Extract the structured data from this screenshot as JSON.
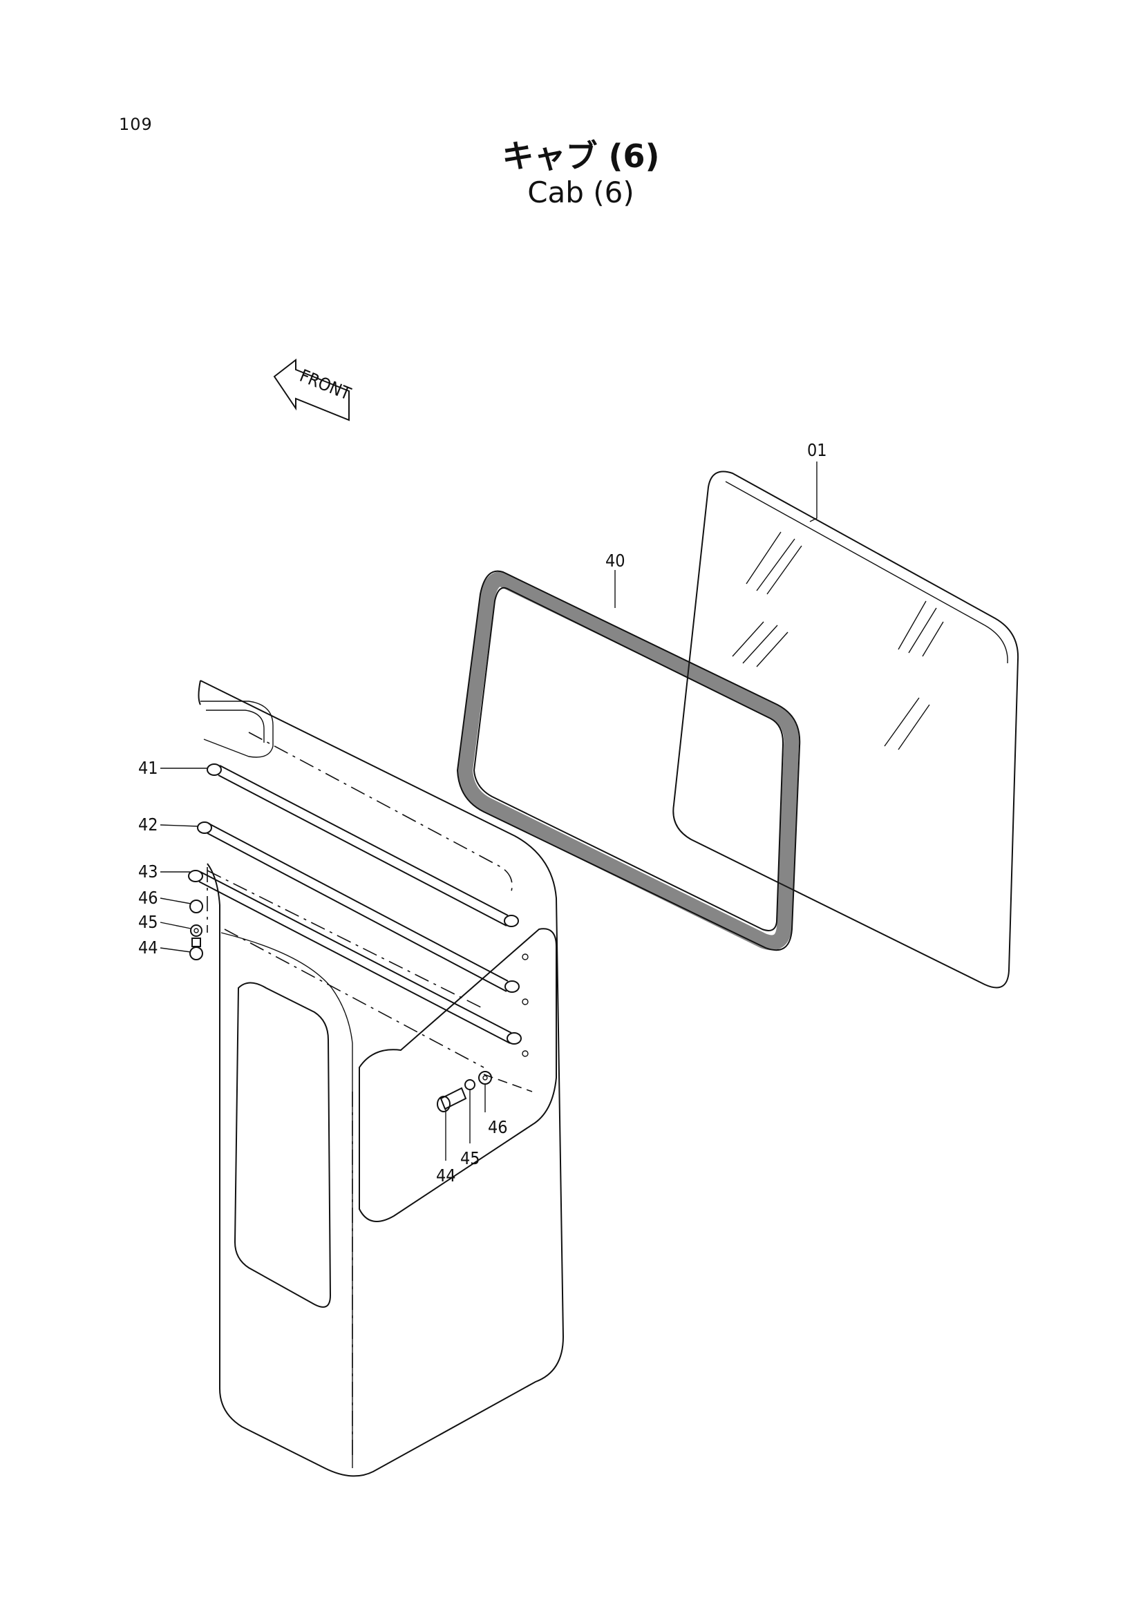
{
  "page": {
    "number": "109",
    "title_jp": "キャブ (6)",
    "title_en": "Cab (6)"
  },
  "orientation": {
    "label": "FRONT"
  },
  "callouts": [
    {
      "id": "01",
      "part": "glass"
    },
    {
      "id": "40",
      "part": "seal"
    },
    {
      "id": "41",
      "part": "bar"
    },
    {
      "id": "42",
      "part": "bar"
    },
    {
      "id": "43",
      "part": "bar"
    },
    {
      "id": "46",
      "part": "washer"
    },
    {
      "id": "45",
      "part": "lock-washer"
    },
    {
      "id": "44",
      "part": "bolt"
    },
    {
      "id": "44",
      "part": "bolt"
    },
    {
      "id": "45",
      "part": "lock-washer"
    },
    {
      "id": "46",
      "part": "washer"
    }
  ]
}
